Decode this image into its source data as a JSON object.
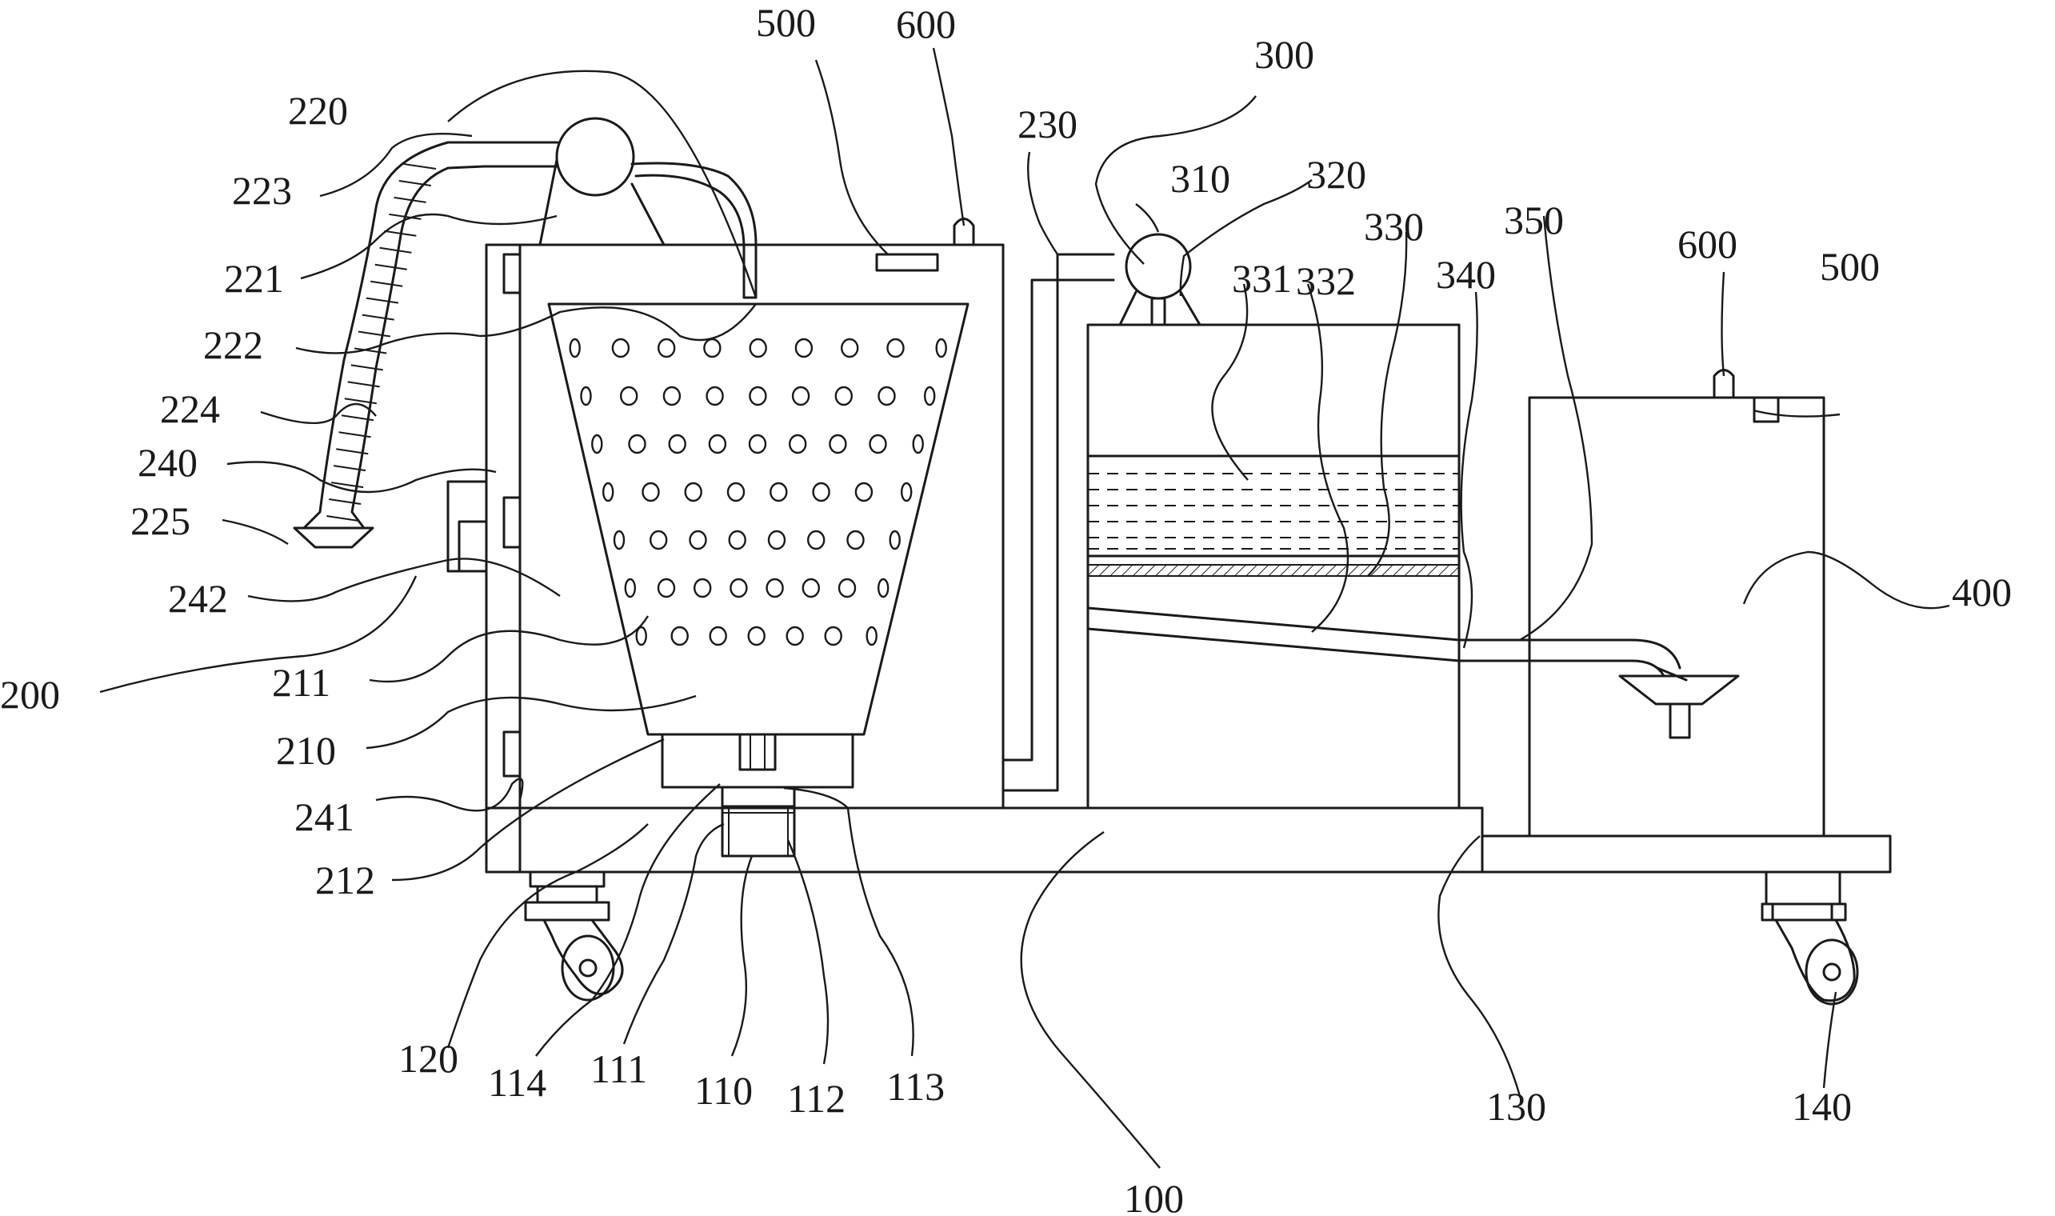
{
  "figure": {
    "labels": {
      "l100": "100",
      "l110": "110",
      "l111": "111",
      "l112": "112",
      "l113": "113",
      "l114": "114",
      "l120": "120",
      "l130": "130",
      "l140": "140",
      "l200": "200",
      "l210": "210",
      "l211": "211",
      "l212": "212",
      "l220": "220",
      "l221": "221",
      "l222": "222",
      "l223": "223",
      "l224": "224",
      "l225": "225",
      "l230": "230",
      "l240": "240",
      "l241": "241",
      "l242": "242",
      "l300": "300",
      "l310": "310",
      "l320": "320",
      "l330": "330",
      "l331": "331",
      "l332": "332",
      "l340": "340",
      "l350": "350",
      "l400": "400",
      "l500a": "500",
      "l500b": "500",
      "l600a": "600",
      "l600b": "600"
    }
  }
}
